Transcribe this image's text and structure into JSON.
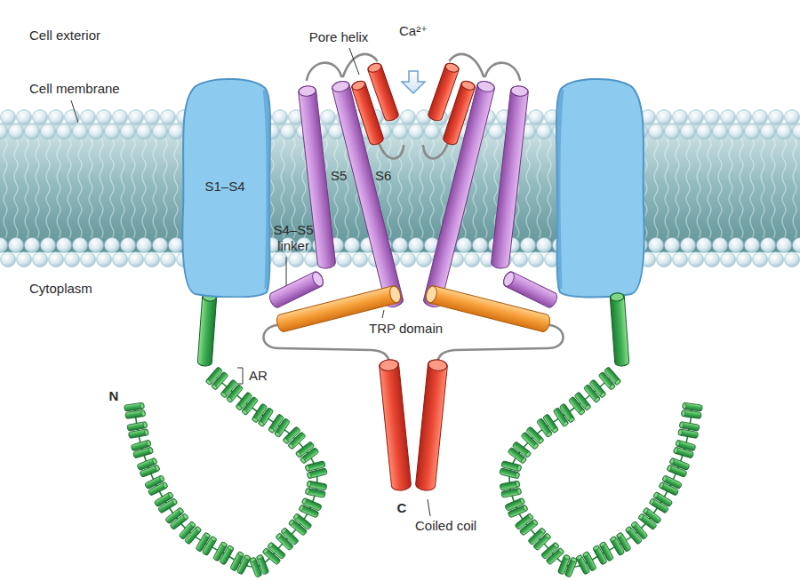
{
  "diagram": {
    "nodes": [
      {
        "text": [
          "S1–S4"
        ]
      }
    ],
    "labels": [
      "Cell exterior",
      "Cell membrane",
      "Pore helix",
      "Ca²⁺",
      "S5",
      "S6",
      "S4–S5 linker",
      "Cytoplasm",
      "TRP domain",
      "AR",
      "N",
      "C",
      "Coiled coil"
    ]
  }
}
